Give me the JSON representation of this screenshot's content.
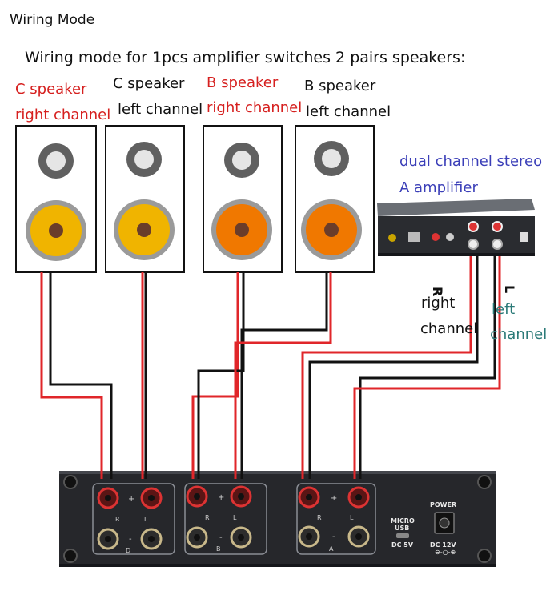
{
  "title": "Wiring Mode",
  "subtitle": "Wiring mode for 1pcs amplifier switches 2 pairs speakers:",
  "speakers": [
    {
      "name": "C speaker",
      "channel": "right channel",
      "label_color": "#d6201f",
      "cone_color": "#f0b400"
    },
    {
      "name": "C speaker",
      "channel": "left channel",
      "label_color": "#111111",
      "cone_color": "#f0b400"
    },
    {
      "name": "B speaker",
      "channel": "right channel",
      "label_color": "#d6201f",
      "cone_color": "#f07800"
    },
    {
      "name": "B speaker",
      "channel": "left channel",
      "label_color": "#111111",
      "cone_color": "#f07800"
    }
  ],
  "amplifier": {
    "label_line1": "dual channel stereo",
    "label_line2": "A amplifier",
    "label_color": "#3b3fb8"
  },
  "amp_channels": {
    "right_letter": "R",
    "right_word1": "right",
    "right_word2": "channel",
    "left_letter": "L",
    "left_word1": "left",
    "left_word2": "channel",
    "left_color": "#2b7a78"
  },
  "switcher": {
    "groups": [
      "D",
      "B",
      "A"
    ],
    "terminal_signs": [
      "+",
      "-"
    ],
    "terminal_letters": [
      "R",
      "L"
    ],
    "usb_label_1": "MICRO",
    "usb_label_2": "USB",
    "usb_power": "DC 5V",
    "power_label": "POWER",
    "dc_label": "DC 12V"
  },
  "wire_colors": {
    "positive": "#e0262a",
    "negative": "#111111"
  }
}
